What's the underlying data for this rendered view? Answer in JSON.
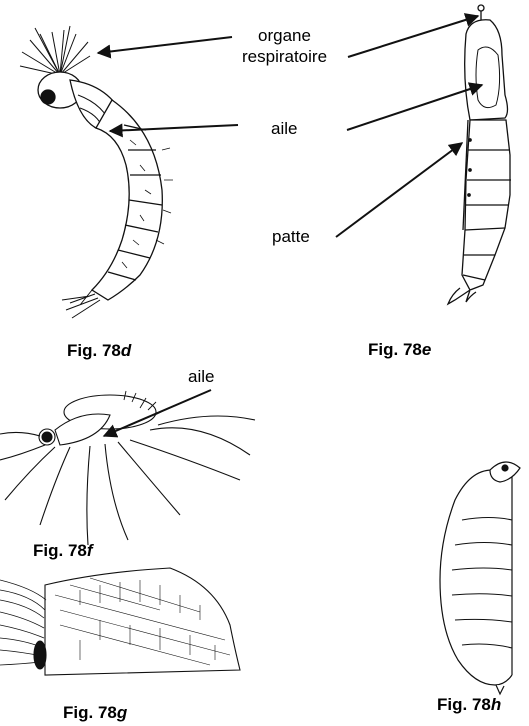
{
  "labels": {
    "organe_line1": "organe",
    "organe_line2": "respiratoire",
    "aile_d": "aile",
    "patte": "patte",
    "aile_f": "aile"
  },
  "captions": {
    "d": {
      "prefix": "Fig. 78",
      "letter": "d"
    },
    "e": {
      "prefix": "Fig. 78",
      "letter": "e"
    },
    "f": {
      "prefix": "Fig. 78",
      "letter": "f"
    },
    "g": {
      "prefix": "Fig. 78",
      "letter": "g"
    },
    "h": {
      "prefix": "Fig. 78",
      "letter": "h"
    }
  },
  "colors": {
    "ink": "#111111",
    "paper": "#ffffff"
  }
}
